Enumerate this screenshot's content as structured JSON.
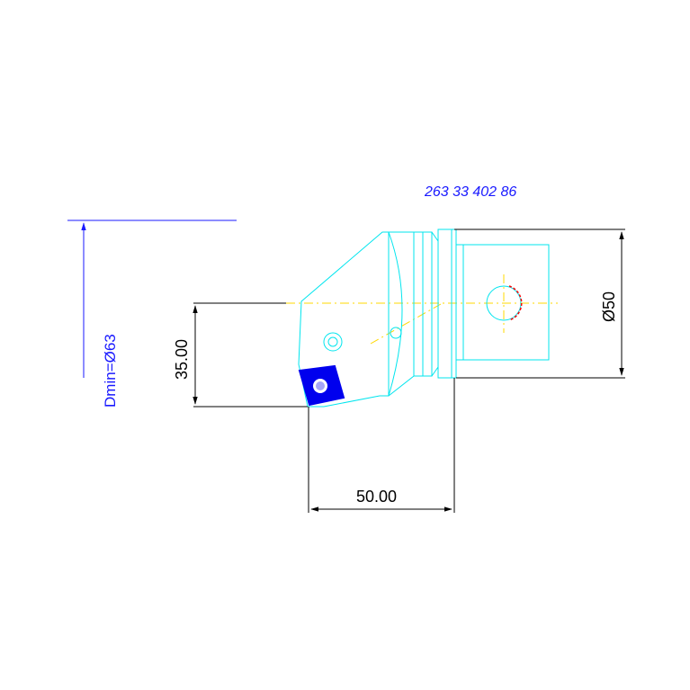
{
  "part_number": "263 33 402 86",
  "dmin_label": "Dmin=Ø63",
  "dim_height": "35.00",
  "dim_length": "50.00",
  "dim_diameter": "Ø50",
  "colors": {
    "background": "#ffffff",
    "part_outline": "#00e5ee",
    "centerline": "#ffff00",
    "dimension": "#000000",
    "annotation": "#1a1aff",
    "insert": "#0000ee",
    "hole_accent": "#ff0000"
  }
}
